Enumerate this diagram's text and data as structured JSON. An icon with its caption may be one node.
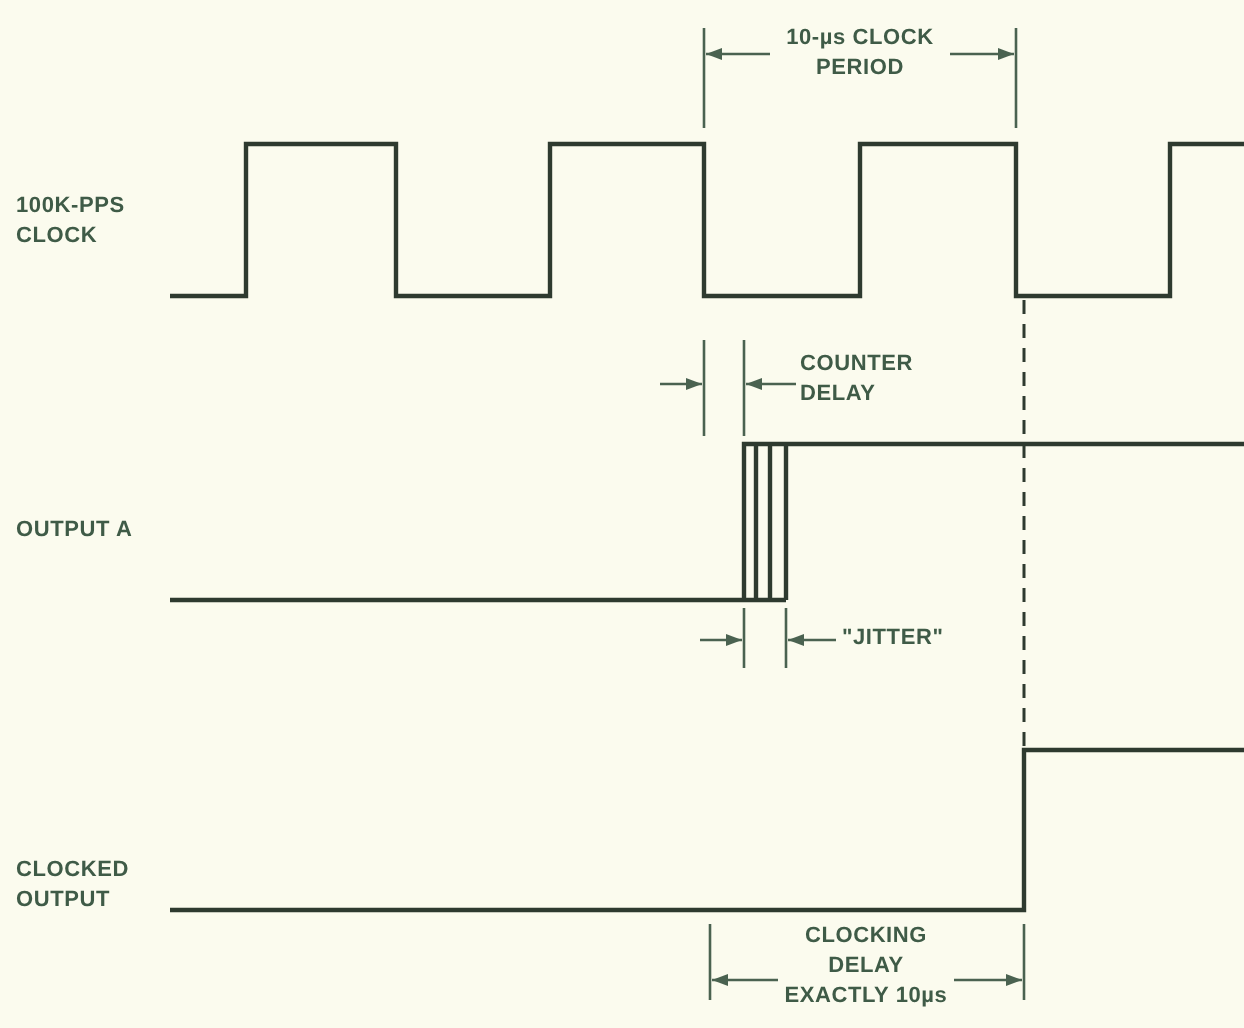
{
  "diagram": {
    "labels": [
      "10-µs CLOCK PERIOD",
      "100K-PPS CLOCK",
      "COUNTER DELAY",
      "OUTPUT A",
      "\"JITTER\"",
      "CLOCKED OUTPUT",
      "CLOCKING DELAY EXACTLY 10µs"
    ]
  }
}
